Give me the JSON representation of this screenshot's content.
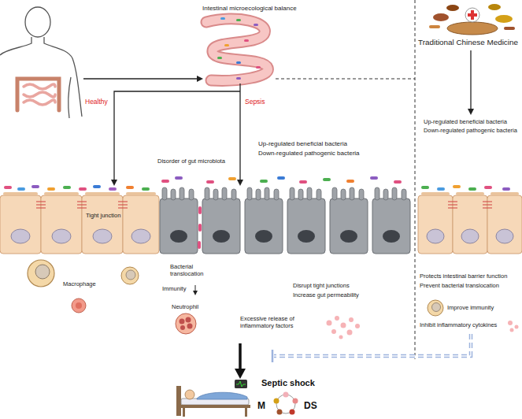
{
  "diagram": {
    "labels": [
      "Intestinal microecological balance",
      "Traditional Chinese Medicine",
      "Healthy",
      "Sepsis",
      "Disorder of gut microbiota",
      "Up-regulated beneficial bacteria",
      "Down-regulated pathogenic bacteria",
      "Up-regulated beneficial bacteria",
      "Down-regulated pathogenic bacteria",
      "Tight junction",
      "Macrophage",
      "Bacterial translocation",
      "Immunity",
      "Neutrophil",
      "Disrupt tight junctions",
      "Increase gut permeability",
      "Excessive release of inflammatory factors",
      "Protects intestinal barrier function",
      "Prevent bacterial translocation",
      "Improve immunity",
      "Inhibit inflammatory cytokines",
      "Septic shock",
      "M",
      "DS"
    ]
  }
}
